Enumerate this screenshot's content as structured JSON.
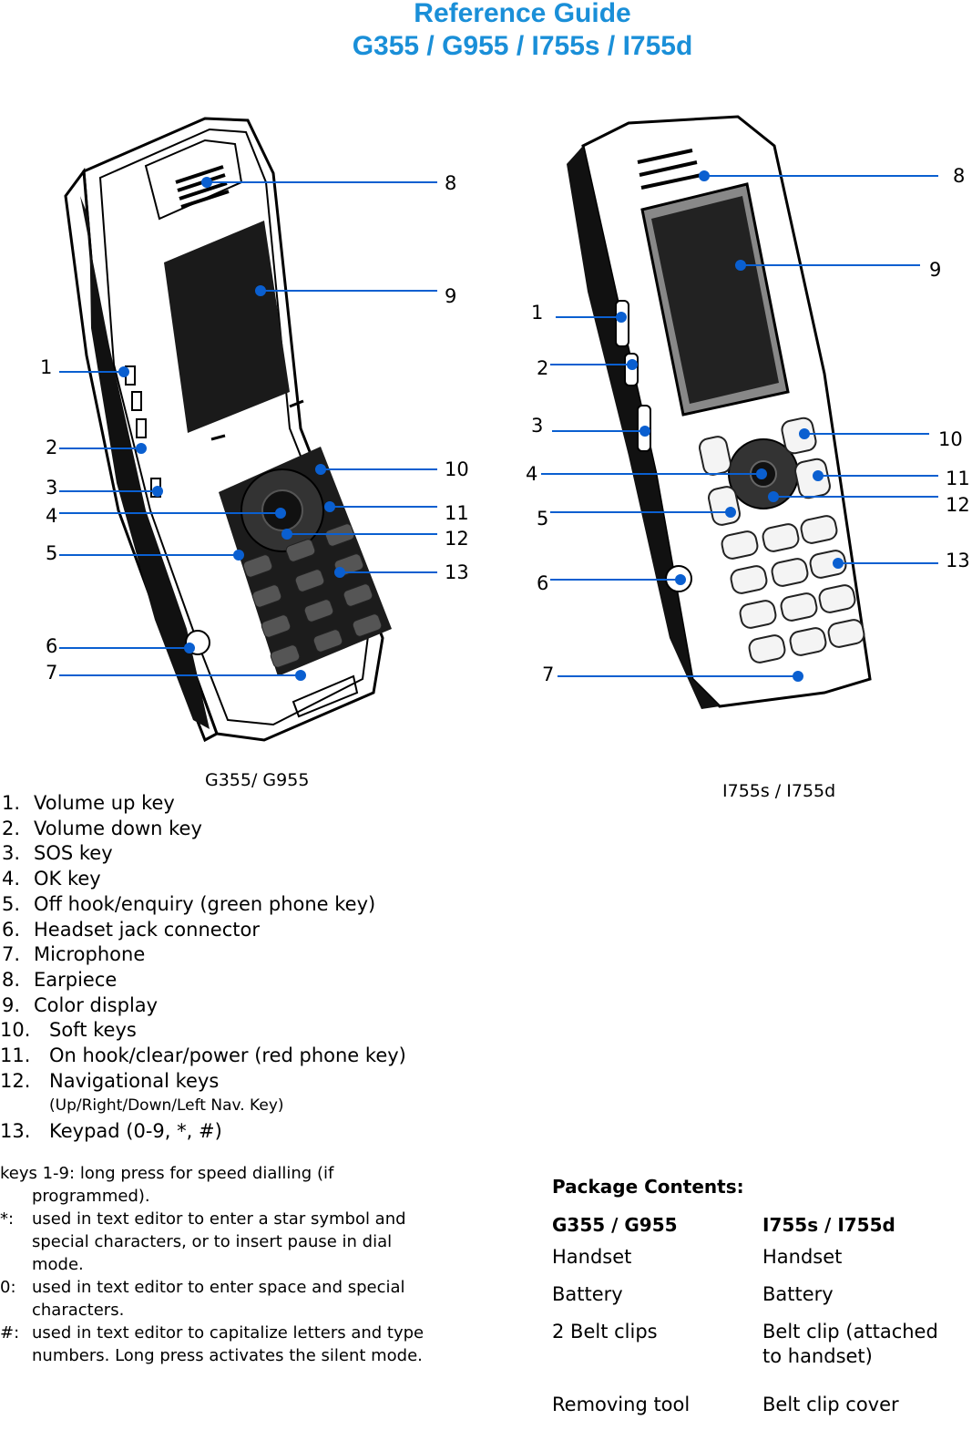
{
  "header": {
    "title": "Reference Guide",
    "subtitle": "G355 / G955 / I755s / I755d"
  },
  "diagram": {
    "left_caption": "G355/ G955",
    "right_caption": "I755s / I755d",
    "left_callouts": [
      "1",
      "2",
      "3",
      "4",
      "5",
      "6",
      "7",
      "8",
      "9",
      "10",
      "11",
      "12",
      "13"
    ],
    "right_callouts": [
      "1",
      "2",
      "3",
      "4",
      "5",
      "6",
      "7",
      "8",
      "9",
      "10",
      "11",
      "12",
      "13"
    ],
    "callout_color": "#0a5fd0"
  },
  "parts": [
    {
      "num": "1.",
      "label": "Volume up key"
    },
    {
      "num": "2.",
      "label": "Volume down key"
    },
    {
      "num": "3.",
      "label": "SOS key"
    },
    {
      "num": "4.",
      "label": "OK key"
    },
    {
      "num": "5.",
      "label": "Off hook/enquiry (green phone key)"
    },
    {
      "num": "6.",
      "label": "Headset jack connector"
    },
    {
      "num": "7.",
      "label": "Microphone"
    },
    {
      "num": "8.",
      "label": "Earpiece"
    },
    {
      "num": "9.",
      "label": "Color display"
    },
    {
      "num": "10.",
      "label": "Soft keys"
    },
    {
      "num": "11.",
      "label": "On hook/clear/power (red phone key)"
    },
    {
      "num": "12.",
      "label": "Navigational keys",
      "sub": "(Up/Right/Down/Left Nav. Key)"
    },
    {
      "num": "13.",
      "label": "Keypad (0-9, *, #)"
    }
  ],
  "notes": [
    {
      "key": "keys 1-9:",
      "text": "long press for speed dialling (if programmed)."
    },
    {
      "key": "*:",
      "text": "used in text editor to enter a star symbol and special characters, or to insert pause in dial mode."
    },
    {
      "key": "0:",
      "text": "used in text editor to enter space and special characters."
    },
    {
      "key": "#:",
      "text": "used in text editor to capitalize letters and type numbers. Long press activates the silent mode."
    }
  ],
  "package": {
    "heading": "Package Contents:",
    "col1_header": "G355 / G955",
    "col2_header": "I755s / I755d",
    "rows": [
      [
        "Handset",
        "Handset"
      ],
      [
        "Battery",
        "Battery"
      ],
      [
        "2 Belt clips",
        "Belt clip (attached to handset)"
      ],
      [
        "Removing tool",
        "Belt clip cover"
      ]
    ]
  }
}
